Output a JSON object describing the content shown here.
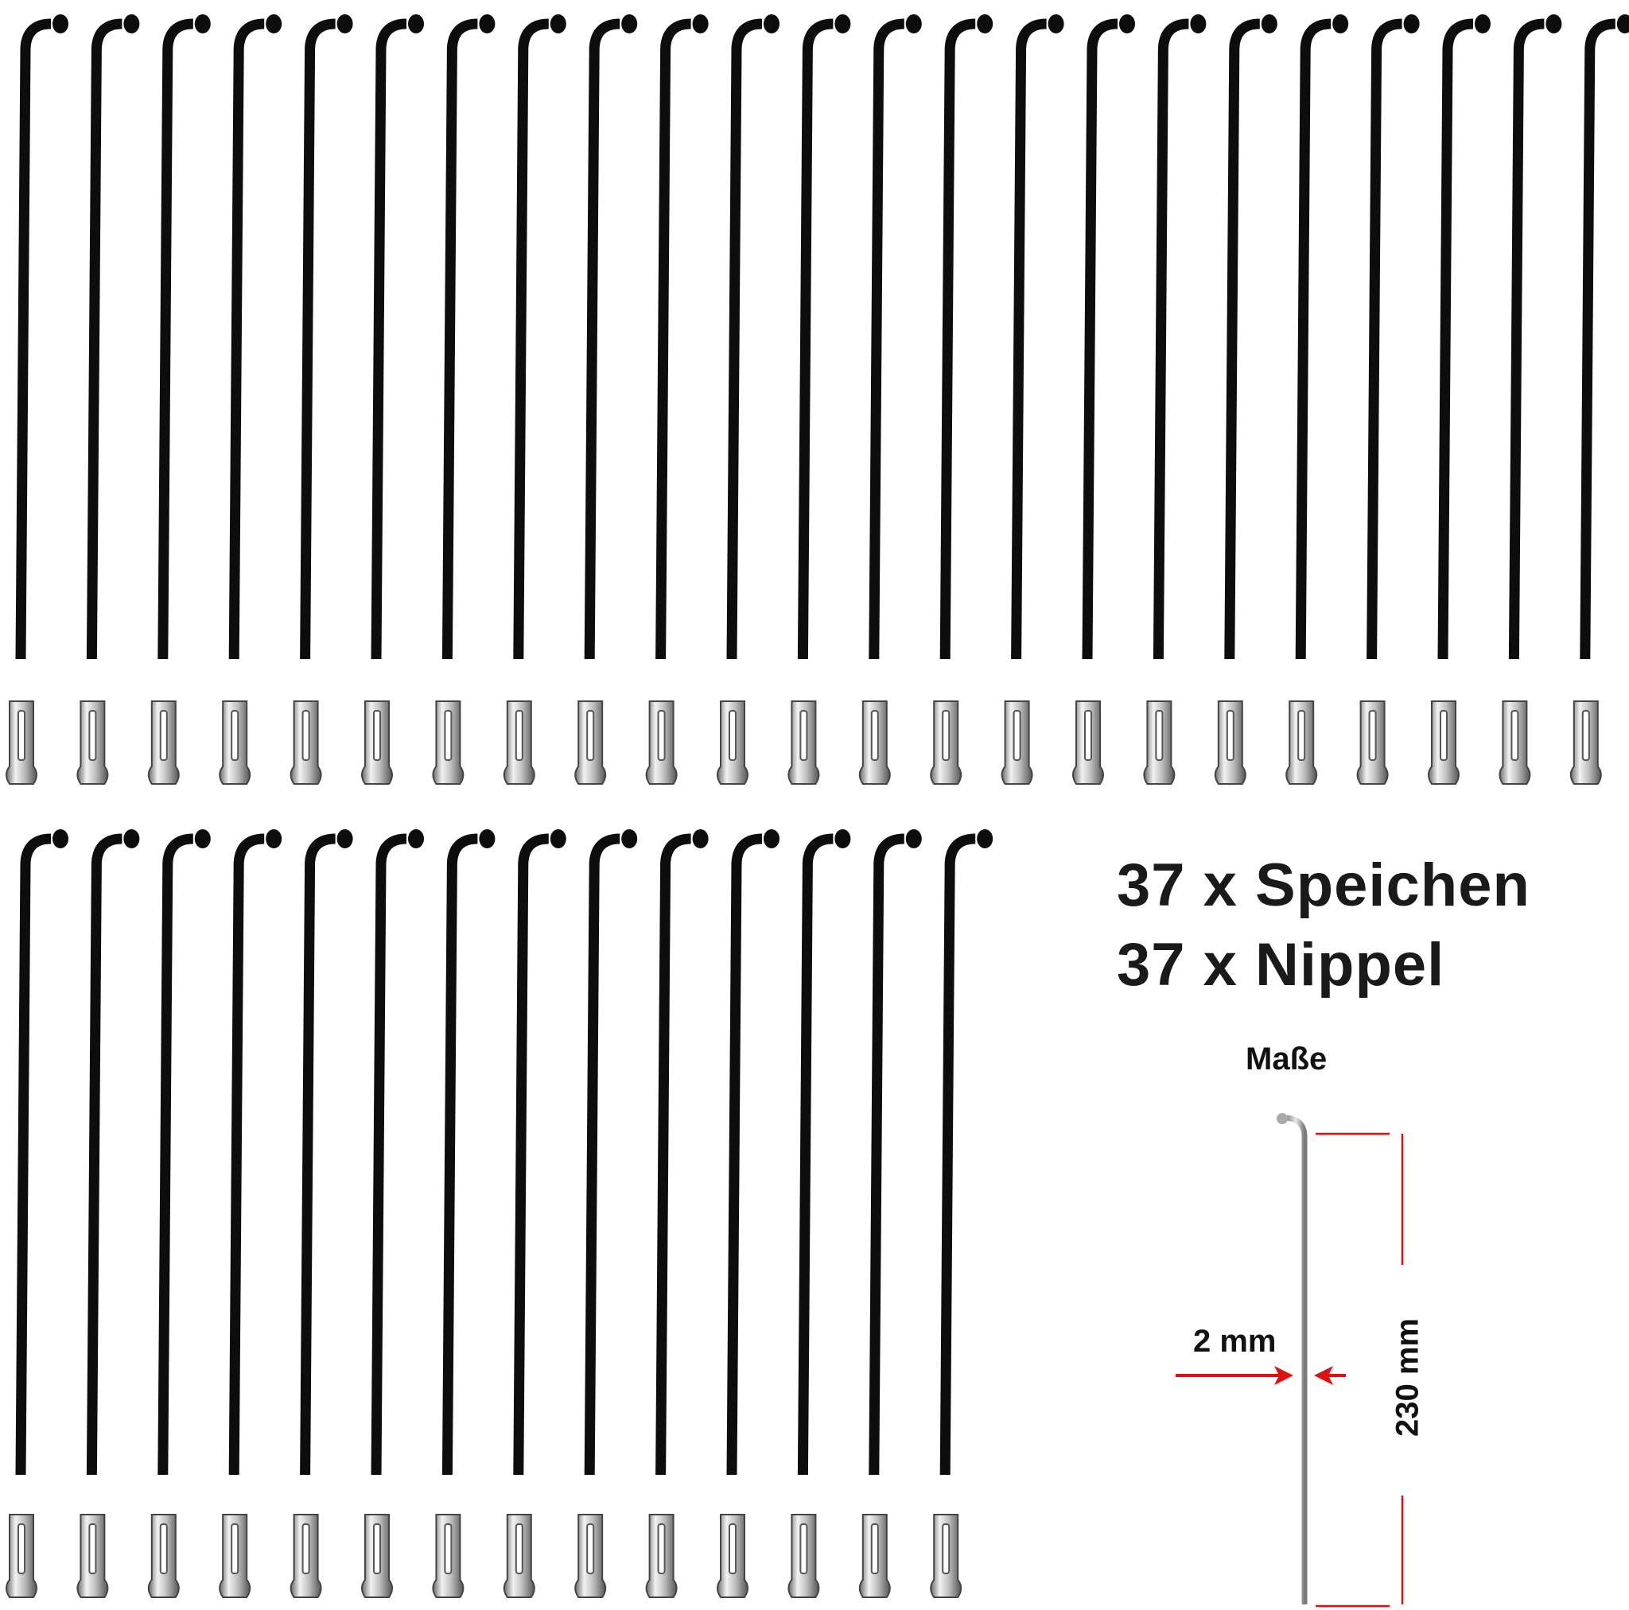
{
  "product": {
    "line1": "37 x Speichen",
    "line2": "37 x Nippel",
    "dimensions_label": "Maße",
    "diameter_label": "2 mm",
    "length_label": "230 mm"
  },
  "layout_counts": {
    "row1_spokes": 23,
    "row2_spokes": 14
  },
  "colors": {
    "spoke": "#0d0d0d",
    "nipple": "#c8c8c8",
    "dimension_lines": "#e01010"
  }
}
